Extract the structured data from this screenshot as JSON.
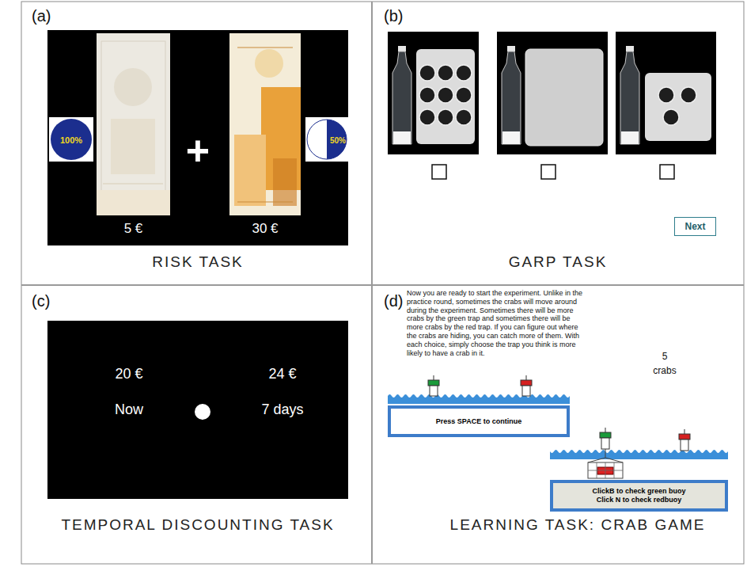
{
  "diagram": {
    "nodes": [
      {
        "text": [
          "(a)",
          "RISK TASK"
        ]
      },
      {
        "text": [
          "+"
        ],
        "in": 0
      },
      {
        "text": [
          "100%"
        ],
        "in": 1
      },
      {
        "text": [
          "5 €"
        ],
        "in": 1
      },
      {
        "text": [
          "30 €"
        ],
        "in": 1
      },
      {
        "text": [
          "50%"
        ],
        "in": 1
      },
      {
        "text": [
          "(b)",
          "GARP TASK"
        ]
      },
      {
        "text": [
          "Next"
        ],
        "in": 6
      },
      {
        "text": [
          "(c)",
          "TEMPORAL DISCOUNTING TASK"
        ]
      },
      {
        "text": [
          "20 €",
          "Now",
          "24 €",
          "7 days"
        ],
        "in": 8
      },
      {
        "text": [
          "(d)",
          "LEARNING TASK: CRAB GAME"
        ]
      },
      {
        "text": [
          "Press SPACE to continue"
        ],
        "in": 10
      },
      {
        "text": [
          "ClickB to check green buoy",
          "Click N to check redbuoy"
        ],
        "in": 10
      }
    ],
    "labels": [
      "Now you are ready to start the experiment. Unlike in the practice round, sometimes the crabs will move around during the experiment. Sometimes there will be more crabs by the green trap and sometimes there will be more crabs by the red trap. If you can figure out where the crabs are hiding, you can catch more of them. With each choice, simply choose the trap you think is more likely to have a crab in it.",
      "5",
      "crabs"
    ]
  }
}
